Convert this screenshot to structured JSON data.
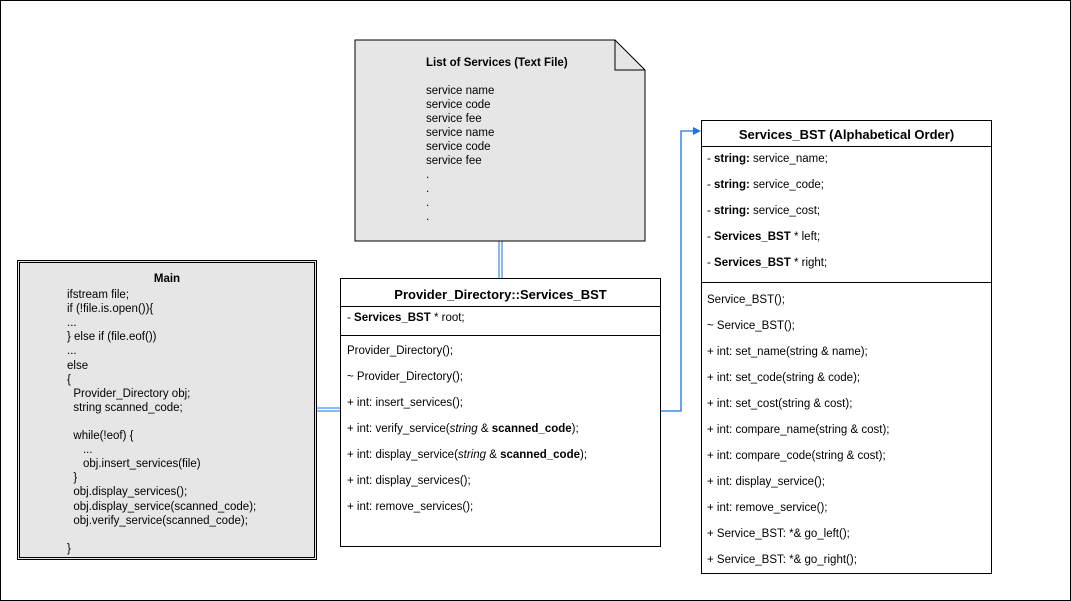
{
  "main": {
    "title": "Main",
    "code_lines": [
      "ifstream file;",
      "if (!file.is.open()){",
      "...",
      "} else if (file.eof())",
      "...",
      "else",
      "{",
      "  Provider_Directory obj;",
      "  string scanned_code;",
      "",
      "  while(!eof) {",
      "     ...",
      "     obj.insert_services(file)",
      "  }",
      "  obj.display_services();",
      "  obj.display_service(scanned_code);",
      "  obj.verify_service(scanned_code);",
      "",
      "}"
    ]
  },
  "document": {
    "title": "List of Services (Text File)",
    "lines": [
      "service name",
      "service code",
      "service fee",
      "service name",
      "service code",
      "service fee",
      ".",
      ".",
      ".",
      "."
    ]
  },
  "provider_class": {
    "title": "Provider_Directory::Services_BST",
    "attribute": {
      "prefix": "- ",
      "bold": "Services_BST",
      "rest": " * root;"
    },
    "methods": [
      {
        "a": "Provider_Directory();"
      },
      {
        "a": "~ Provider_Directory();"
      },
      {
        "a": "+ int: insert_services();"
      },
      {
        "a": "+ int: verify_service(",
        "i": "string",
        "b_pre": " & ",
        "b": "scanned_code",
        "c": ");"
      },
      {
        "a": "+ int: display_service(",
        "i": "string",
        "b_pre": " & ",
        "b": "scanned_code",
        "c": ");"
      },
      {
        "a": "+ int: display_services();"
      },
      {
        "a": "+ int: remove_services();"
      }
    ]
  },
  "services_class": {
    "title": "Services_BST (Alphabetical Order)",
    "attributes": [
      {
        "prefix": "- ",
        "bold": "string:",
        "rest": " service_name;"
      },
      {
        "prefix": "- ",
        "bold": "string:",
        "rest": " service_code;"
      },
      {
        "prefix": "- ",
        "bold": "string:",
        "rest": " service_cost;"
      },
      {
        "prefix": "- ",
        "bold": "Services_BST",
        "rest": " * left;"
      },
      {
        "prefix": "- ",
        "bold": "Services_BST",
        "rest": " * right;"
      }
    ],
    "methods": [
      "Service_BST();",
      "~ Service_BST();",
      "+ int: set_name(string & name);",
      "+ int: set_code(string & code);",
      "+ int: set_cost(string & cost);",
      "+ int: compare_name(string & cost);",
      "+ int: compare_code(string & cost);",
      "+ int: display_service();",
      "+ int: remove_service();",
      "+ Service_BST: *& go_left();",
      "+ Service_BST: *& go_right();"
    ]
  },
  "colors": {
    "box_fill": "#e6e6e6",
    "connector": "#1a73e8",
    "line": "#000000"
  }
}
